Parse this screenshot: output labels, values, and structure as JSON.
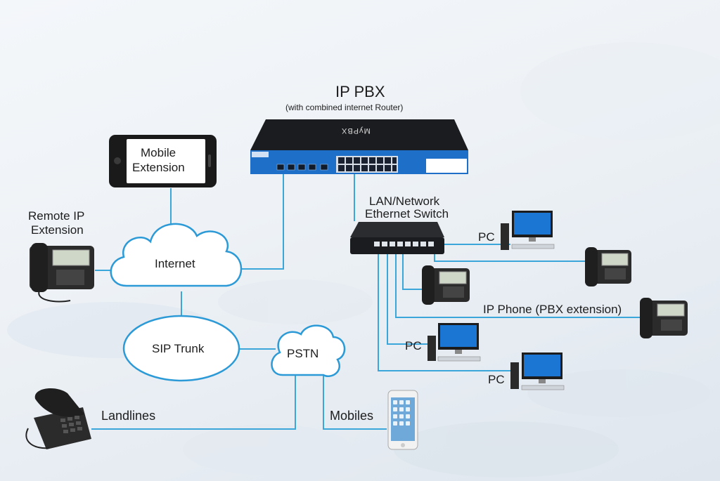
{
  "pbx": {
    "title": "IP PBX",
    "subtitle": "(with combined internet Router)",
    "brand": "MyPBX"
  },
  "switch": {
    "label_line1": "LAN/Network",
    "label_line2": "Ethernet Switch"
  },
  "mobile_extension": {
    "line1": "Mobile",
    "line2": "Extension"
  },
  "remote_ip_extension": {
    "line1": "Remote IP",
    "line2": "Extension"
  },
  "internet": {
    "label": "Internet"
  },
  "sip_trunk": {
    "label": "SIP Trunk"
  },
  "pstn": {
    "label": "PSTN"
  },
  "landlines": {
    "label": "Landlines"
  },
  "mobiles": {
    "label": "Mobiles"
  },
  "pc_labels": {
    "pc1": "PC",
    "pc2": "PC",
    "pc3": "PC"
  },
  "ip_phone": {
    "label": "IP Phone (PBX extension)"
  },
  "colors": {
    "link": "#3aa6d9",
    "cloud_stroke": "#2c9ad6",
    "pbx_blue": "#1e6fc8"
  }
}
